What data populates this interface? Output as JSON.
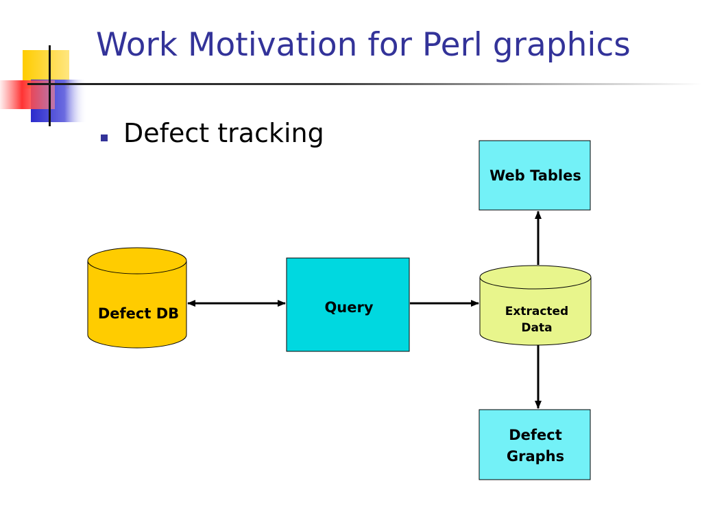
{
  "slide": {
    "title": "Work Motivation for Perl graphics",
    "bullets": [
      "Defect tracking"
    ]
  },
  "diagram": {
    "nodes": {
      "defect_db": {
        "label": "Defect DB",
        "shape": "cylinder",
        "fill": "#ffcc00"
      },
      "query": {
        "label": "Query",
        "shape": "box",
        "fill": "#00d8e0"
      },
      "extracted_data": {
        "label_line1": "Extracted",
        "label_line2": "Data",
        "shape": "cylinder",
        "fill": "#e8f58c"
      },
      "web_tables": {
        "label": "Web Tables",
        "shape": "box",
        "fill": "#73f1f7"
      },
      "defect_graphs": {
        "label_line1": "Defect",
        "label_line2": "Graphs",
        "shape": "box",
        "fill": "#73f1f7"
      }
    },
    "edges": [
      {
        "from": "defect_db",
        "to": "query",
        "direction": "both"
      },
      {
        "from": "query",
        "to": "extracted_data",
        "direction": "forward"
      },
      {
        "from": "extracted_data",
        "to": "web_tables",
        "direction": "forward"
      },
      {
        "from": "extracted_data",
        "to": "defect_graphs",
        "direction": "forward"
      }
    ]
  },
  "colors": {
    "title": "#333399",
    "bullet": "#333399",
    "logo_yellow": "#ffcc00",
    "logo_red": "#ff3333",
    "logo_blue": "#3333cc"
  }
}
